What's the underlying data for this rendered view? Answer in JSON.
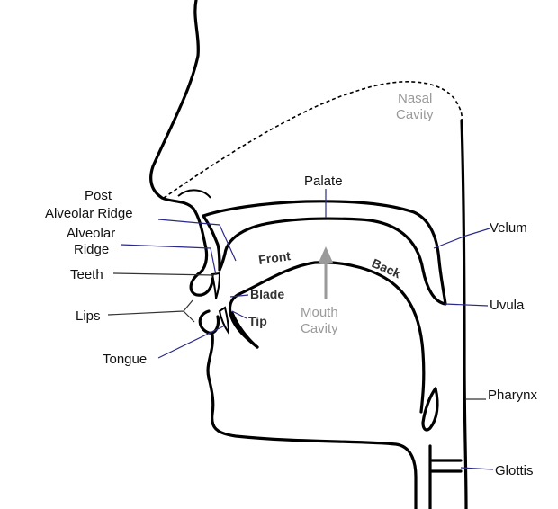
{
  "diagram": {
    "labels": {
      "nasal_cavity_l1": "Nasal",
      "nasal_cavity_l2": "Cavity",
      "palate": "Palate",
      "post_alveolar_l1": "Post",
      "post_alveolar_l2": "Alveolar Ridge",
      "alveolar_l1": "Alveolar",
      "alveolar_l2": "Ridge",
      "teeth": "Teeth",
      "lips": "Lips",
      "tongue": "Tongue",
      "blade": "Blade",
      "tip": "Tip",
      "front": "Front",
      "back": "Back",
      "mouth_cavity_l1": "Mouth",
      "mouth_cavity_l2": "Cavity",
      "velum": "Velum",
      "uvula": "Uvula",
      "pharynx": "Pharynx",
      "glottis": "Glottis"
    },
    "colors": {
      "outline": "#000000",
      "label_text": "#111111",
      "muted_text": "#9a9a9a",
      "arrow": "#9a9a9a",
      "leader_blue": "#2a2a8a"
    }
  }
}
